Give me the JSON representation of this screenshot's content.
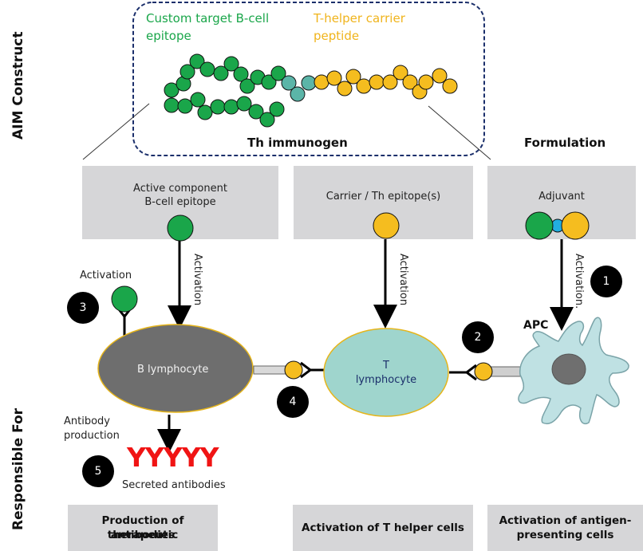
{
  "side_labels": {
    "top": "AIM Construct",
    "bottom": "Responsible For"
  },
  "construct": {
    "b_epitope_label": "Custom target B-cell epitope",
    "b_epitope_line1": "Custom target B-cell",
    "b_epitope_line2": "epitope",
    "carrier_label_line1": "T-helper carrier",
    "carrier_label_line2": "peptide",
    "title": "Th immunogen",
    "formulation": "Formulation",
    "colors": {
      "b_epitope": "#1aa64a",
      "linker": "#5bb5a8",
      "carrier": "#f5bd1f",
      "border": "#1b2f6b"
    }
  },
  "components": [
    {
      "line1": "Active component",
      "line2": "B-cell epitope",
      "icon": "green-epitope"
    },
    {
      "line1": "Carrier / Th epitope(s)",
      "line2": "",
      "icon": "yellow-carrier"
    },
    {
      "line1": "Adjuvant",
      "line2": "",
      "icon": "adjuvant-complex"
    }
  ],
  "arrows": {
    "activation": "Activation",
    "activation_apc": "Activation."
  },
  "cells": {
    "b_cell": "B lymphocyte",
    "t_cell_line1": "T",
    "t_cell_line2": "lymphocyte",
    "apc": "APC"
  },
  "steps": {
    "s1": "1",
    "s2": "2",
    "s3": "3",
    "s4": "4",
    "s5": "5"
  },
  "labels": {
    "activation_top": "Activation",
    "antibody_line1": "Antibody",
    "antibody_line2": "production",
    "secreted": "Secreted antibodies",
    "antibody_glyph": "YYYYY"
  },
  "outcomes": [
    {
      "line1": "Production of therapeutic",
      "line2": "antibodies"
    },
    {
      "line1": "Activation of T helper cells",
      "line2": ""
    },
    {
      "line1": "Activation of antigen-",
      "line2": "presenting cells"
    }
  ]
}
